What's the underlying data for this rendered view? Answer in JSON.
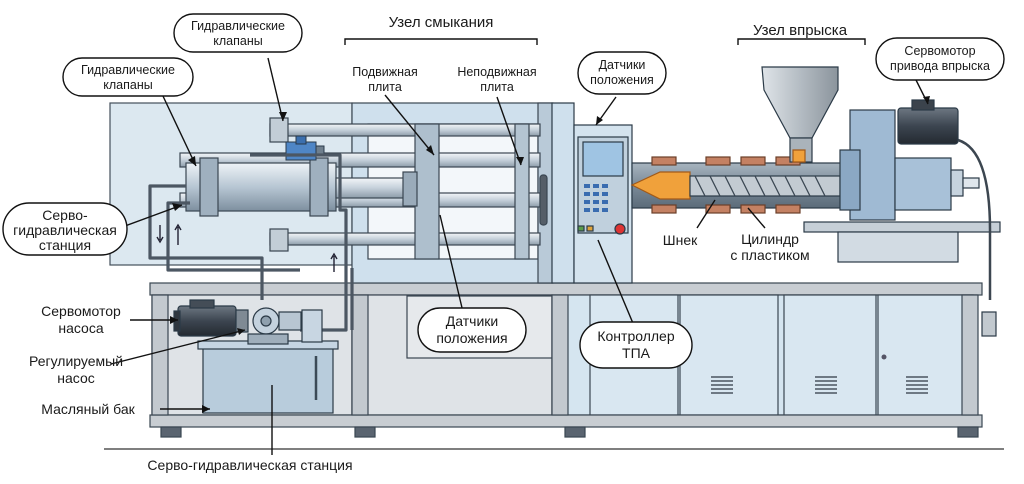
{
  "labels": {
    "clamp_unit": "Узел смыкания",
    "injection_unit": "Узел впрыска",
    "hyd_valves_top_1": "Гидравлические",
    "hyd_valves_top_2": "клапаны",
    "hyd_valves_left_1": "Гидравлические",
    "hyd_valves_left_2": "клапаны",
    "movable_plate_1": "Подвижная",
    "movable_plate_2": "плита",
    "fixed_plate_1": "Неподвижная",
    "fixed_plate_2": "плита",
    "pos_sensors_top_1": "Датчики",
    "pos_sensors_top_2": "положения",
    "injection_servo_1": "Сервомотор",
    "injection_servo_2": "привода впрыска",
    "servo_station_1": "Серво-",
    "servo_station_2": "гидравлическая",
    "servo_station_3": "станция",
    "screw": "Шнек",
    "cylinder_1": "Цилиндр",
    "cylinder_2": "с пластиком",
    "pump_servo_1": "Сервомотор",
    "pump_servo_2": "насоса",
    "pump_1": "Регулируемый",
    "pump_2": "насос",
    "oil_tank": "Масляный бак",
    "pos_sensors_bottom_1": "Датчики",
    "pos_sensors_bottom_2": "положения",
    "controller_1": "Контроллер",
    "controller_2": "ТПА",
    "servo_station_bottom": "Серво-гидравлическая станция"
  },
  "colors": {
    "frame": "#c9ced3",
    "frame_dark": "#8e959c",
    "panel": "#d6e4ee",
    "panel_light": "#e4eef5",
    "steel": "#b5c4d1",
    "blue_part": "#8fb3d6",
    "heater": "#c98a6a",
    "melt": "#f2a23a",
    "outline": "#2b3a47",
    "motor": "#3d4650"
  }
}
